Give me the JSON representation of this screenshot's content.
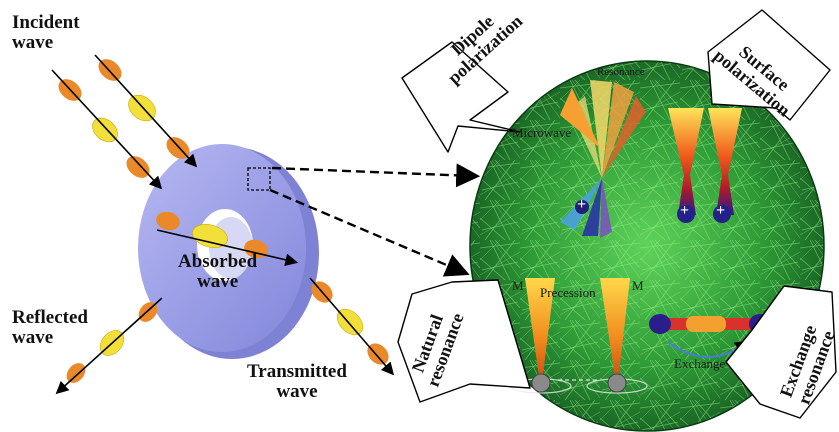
{
  "labels": {
    "incident": "Incident\nwave",
    "absorbed": "Absorbed\nwave",
    "reflected": "Reflected\nwave",
    "transmitted": "Transmitted\nwave",
    "dipole": "Dipole\npolarization",
    "surface": "Surface\npolarization",
    "natural": "Natural\nresonance",
    "exchange_res": "Exchange\nresonance",
    "resonance": "Resonance",
    "microwave": "Microwave",
    "precession": "Precession",
    "m_left": "M",
    "m_right": "M",
    "exchange": "Exchange",
    "plus": "+"
  },
  "colors": {
    "ring": "#9a9ce8",
    "ring_dark": "#7f82d6",
    "wave_orange": "#e9892a",
    "wave_yellow": "#f3df3a",
    "fiber_bg": "#2f9a3a",
    "arrow": "#000000"
  }
}
